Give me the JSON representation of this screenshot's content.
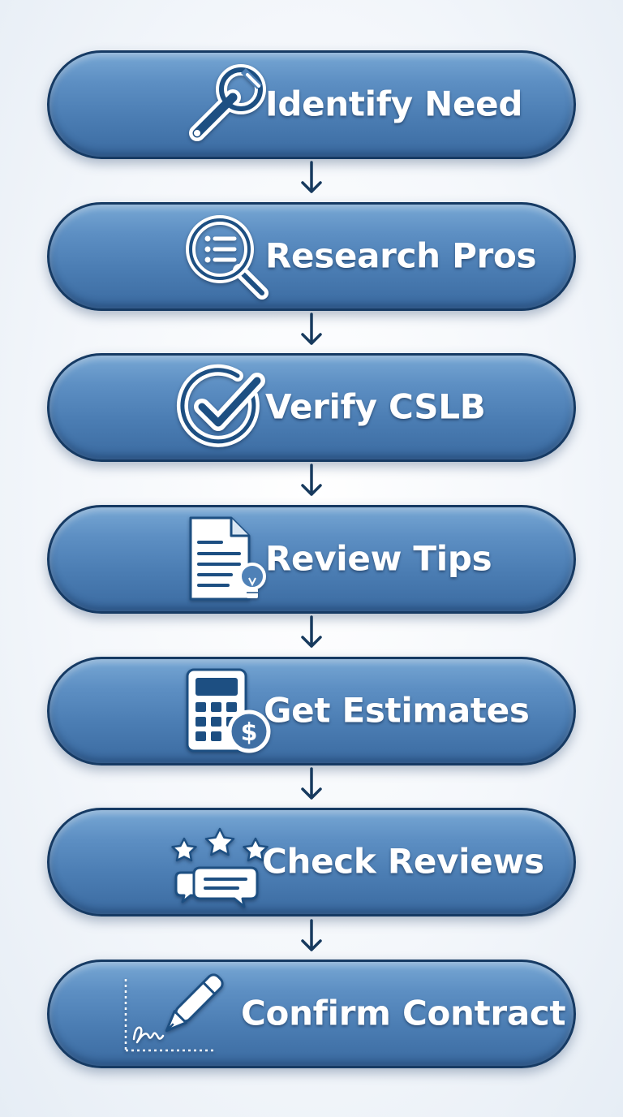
{
  "steps": [
    {
      "label": "Identify Need",
      "icon": "wrench-icon"
    },
    {
      "label": "Research Pros",
      "icon": "magnifier-list-icon"
    },
    {
      "label": "Verify CSLB",
      "icon": "check-circle-icon"
    },
    {
      "label": "Review Tips",
      "icon": "document-lightbulb-icon"
    },
    {
      "label": "Get Estimates",
      "icon": "calculator-dollar-icon"
    },
    {
      "label": "Check Reviews",
      "icon": "stars-chat-icon"
    },
    {
      "label": "Confirm Contract",
      "icon": "signature-pen-icon"
    }
  ],
  "colors": {
    "pill_fill": "#4b7db3",
    "pill_border": "#163a63",
    "arrow": "#173a5e",
    "text": "#ffffff"
  }
}
